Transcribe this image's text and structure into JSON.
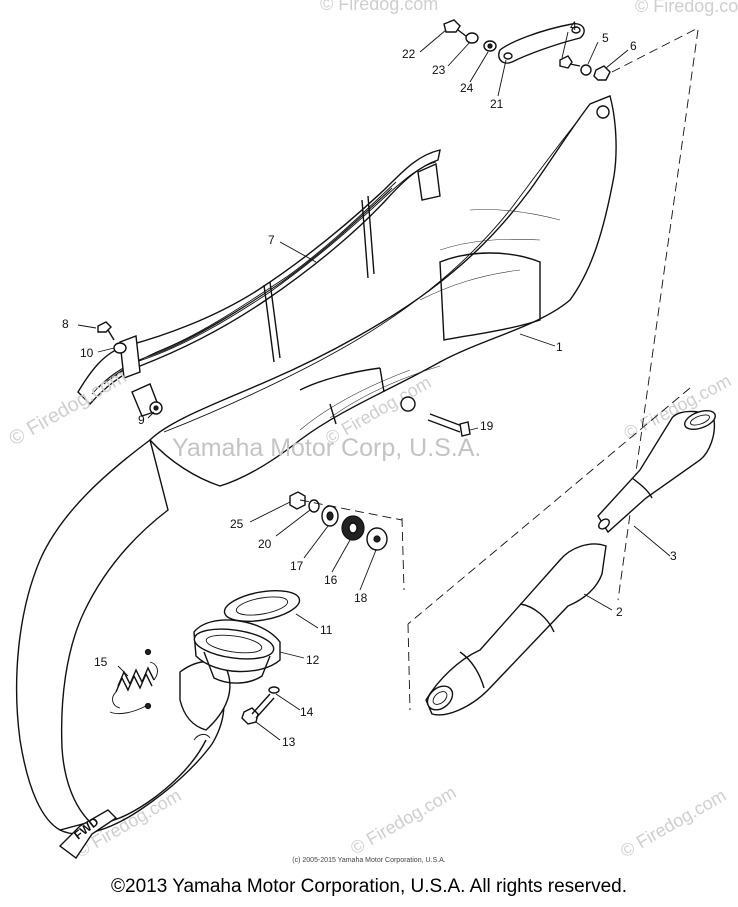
{
  "watermarks": {
    "center": "Yamaha Motor Corp, U.S.A.",
    "firedog": "© Firedog.com"
  },
  "callouts": {
    "c1": "1",
    "c2": "2",
    "c3": "3",
    "c4": "4",
    "c5": "5",
    "c6": "6",
    "c7": "7",
    "c8": "8",
    "c9": "9",
    "c10": "10",
    "c11": "11",
    "c12": "12",
    "c13": "13",
    "c14": "14",
    "c15": "15",
    "c16": "16",
    "c17": "17",
    "c18": "18",
    "c19": "19",
    "c20": "20",
    "c21": "21",
    "c22": "22",
    "c23": "23",
    "c24": "24",
    "c25": "25"
  },
  "fwd_label": "FWD",
  "footer": {
    "small": "(c) 2005-2015 Yamaha Motor Corporation, U.S.A.",
    "main": "©2013 Yamaha Motor Corporation, U.S.A. All rights reserved."
  }
}
